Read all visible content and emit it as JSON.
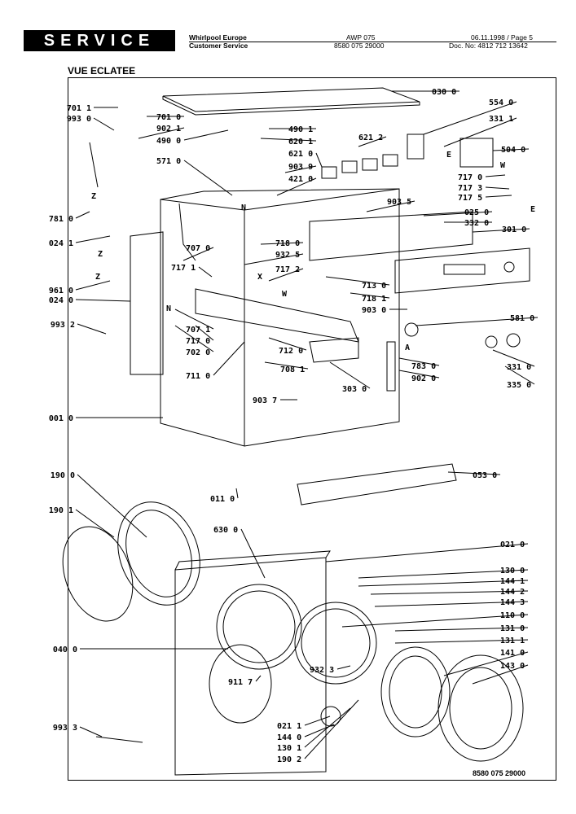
{
  "header": {
    "badge": "SERVICE",
    "company": "Whirlpool Europe",
    "department": "Customer Service",
    "model": "AWP 075",
    "model_code": "8580 075 29000",
    "date_page": "06.11.1998 / Page 5",
    "doc_no": "Doc. No: 4812 712 13642"
  },
  "section_title": "VUE ECLATEE",
  "labels": [
    "701 1",
    "993 0",
    "701 0",
    "902 1",
    "490 0",
    "490 1",
    "620 1",
    "621 2",
    "621 0",
    "903 9",
    "421 0",
    "030 0",
    "554 0",
    "331 1",
    "504 0",
    "717 0",
    "717 3",
    "717 5",
    "903 5",
    "025 0",
    "332 0",
    "301 0",
    "571 0",
    "781 0",
    "024 1",
    "707 0",
    "718 0",
    "932 5",
    "717 1",
    "717 2",
    "961 0",
    "024 0",
    "993 2",
    "713 0",
    "718 1",
    "903 0",
    "581 0",
    "707 1",
    "717 0",
    "702 0",
    "712 0",
    "708 1",
    "711 0",
    "303 0",
    "783 0",
    "902 0",
    "331 0",
    "335 0",
    "903 7",
    "001 0",
    "053 0",
    "190 0",
    "011 0",
    "190 1",
    "630 0",
    "021 0",
    "130 0",
    "144 1",
    "144 2",
    "144 3",
    "110 0",
    "131 0",
    "131 1",
    "141 0",
    "143 0",
    "040 0",
    "932 3",
    "911 7",
    "993 3",
    "021 1",
    "144 0",
    "130 1",
    "190 2"
  ],
  "letters": [
    "Z",
    "N",
    "W",
    "E",
    "E",
    "Z",
    "Z",
    "X",
    "W",
    "N",
    "A"
  ],
  "footer_doc": "8580 075 29000"
}
